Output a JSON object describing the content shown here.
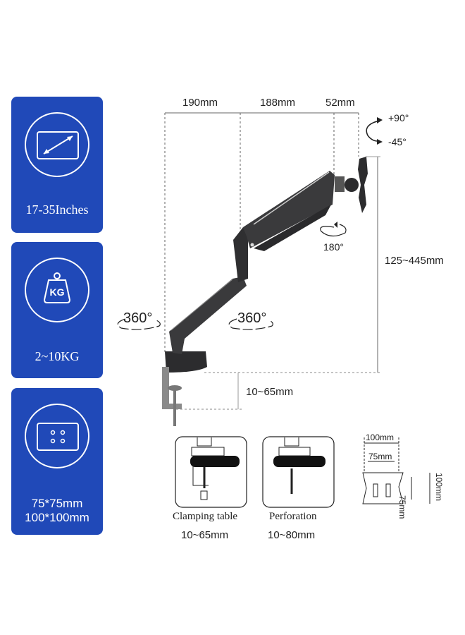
{
  "features": [
    {
      "icon": "screen-diagonal-icon",
      "label": "17-35Inches"
    },
    {
      "icon": "weight-kg-icon",
      "label": "2~10KG",
      "icon_text": "KG"
    },
    {
      "icon": "vesa-holes-icon",
      "label_line1": "75*75mm",
      "label_line2": "100*100mm"
    }
  ],
  "diagram": {
    "horizontal_dims": [
      "190mm",
      "188mm",
      "52mm"
    ],
    "tilt": {
      "up": "+90°",
      "down": "-45°"
    },
    "rotate": "180°",
    "height_range": "125~445mm",
    "swivel_base": "360°",
    "swivel_mid": "360°",
    "desk_thickness": "10~65mm"
  },
  "mounting": [
    {
      "title": "Clamping table",
      "range": "10~65mm"
    },
    {
      "title": "Perforation",
      "range": "10~80mm"
    }
  ],
  "vesa_plate": {
    "outer_w": "100mm",
    "inner_w": "75mm",
    "inner_h": "75mm",
    "outer_h": "100mm"
  },
  "colors": {
    "card_blue": "#2049b8",
    "arm_dark": "#3a3a3c"
  }
}
